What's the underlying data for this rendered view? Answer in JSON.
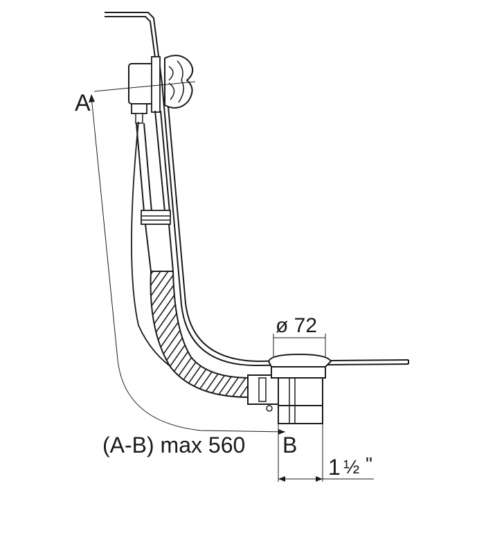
{
  "diagram": {
    "label_a": "A",
    "label_b": "B",
    "diameter_label": "ø 72",
    "length_label": "(A-B) max 560",
    "thread_size_whole": "1",
    "thread_size_fraction": "½",
    "thread_size_inch_mark": "\""
  }
}
